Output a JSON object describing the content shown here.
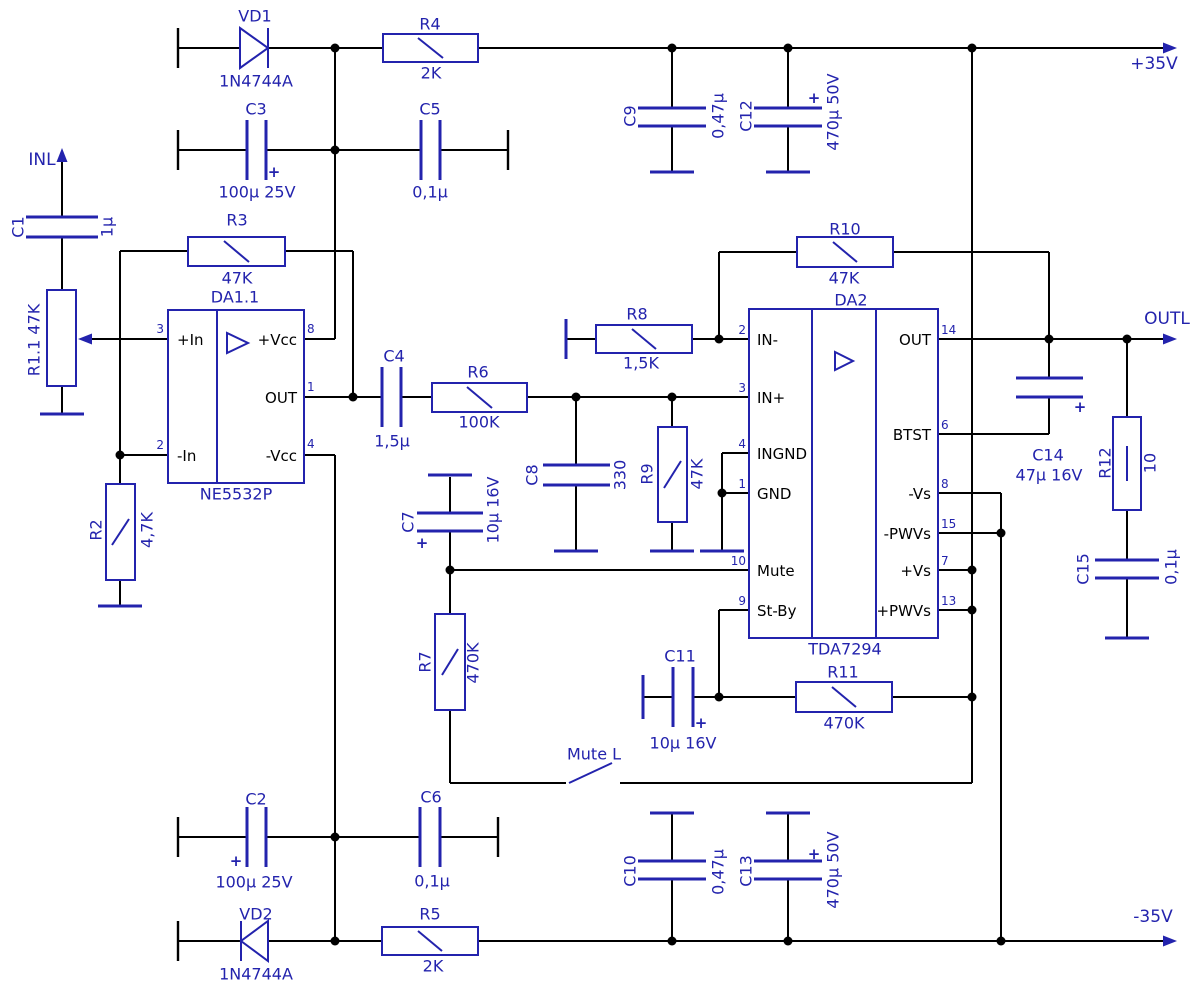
{
  "labels": {
    "vplus": "+35V",
    "vminus": "-35V",
    "inl": "INL",
    "outl": "OUTL",
    "mute_switch": "Mute L",
    "plus": "+"
  },
  "colors": {
    "wire": "#000000",
    "component_blue": "#2323ad",
    "pin_name": "#000000",
    "background": "#ffffff"
  },
  "components": {
    "vd1": {
      "ref": "VD1",
      "value": "1N4744A"
    },
    "vd2": {
      "ref": "VD2",
      "value": "1N4744A"
    },
    "r1": {
      "ref": "R1.1 47K"
    },
    "r2": {
      "ref": "R2",
      "value": "4,7K"
    },
    "r3": {
      "ref": "R3",
      "value": "47K"
    },
    "r4": {
      "ref": "R4",
      "value": "2K"
    },
    "r5": {
      "ref": "R5",
      "value": "2K"
    },
    "r6": {
      "ref": "R6",
      "value": "100K"
    },
    "r7": {
      "ref": "R7",
      "value": "470K"
    },
    "r8": {
      "ref": "R8",
      "value": "1,5K"
    },
    "r9": {
      "ref": "R9",
      "value": "47K"
    },
    "r10": {
      "ref": "R10",
      "value": "47K"
    },
    "r11": {
      "ref": "R11",
      "value": "470K"
    },
    "r12": {
      "ref": "R12",
      "value": "10"
    },
    "c1": {
      "ref": "C1",
      "value": "1µ"
    },
    "c2": {
      "ref": "C2",
      "value": "100µ 25V"
    },
    "c3": {
      "ref": "C3",
      "value": "100µ 25V"
    },
    "c4": {
      "ref": "C4",
      "value": "1,5µ"
    },
    "c5": {
      "ref": "C5",
      "value": "0,1µ"
    },
    "c6": {
      "ref": "C6",
      "value": "0,1µ"
    },
    "c7": {
      "ref": "C7",
      "value": "10µ 16V"
    },
    "c8": {
      "ref": "C8",
      "value": "330"
    },
    "c9": {
      "ref": "C9",
      "value": "0,47µ"
    },
    "c10": {
      "ref": "C10",
      "value": "0,47µ"
    },
    "c11": {
      "ref": "C11",
      "value": "10µ 16V"
    },
    "c12": {
      "ref": "C12",
      "value": "470µ 50V"
    },
    "c13": {
      "ref": "C13",
      "value": "470µ 50V"
    },
    "c14": {
      "ref": "C14",
      "value": "47µ 16V"
    },
    "c15": {
      "ref": "C15",
      "value": "0,1µ"
    }
  },
  "ics": {
    "da1": {
      "ref": "DA1.1",
      "part": "NE5532P",
      "pins": [
        {
          "num": "3",
          "name": "+In"
        },
        {
          "num": "2",
          "name": "-In"
        },
        {
          "num": "8",
          "name": "+Vcc"
        },
        {
          "num": "1",
          "name": "OUT"
        },
        {
          "num": "4",
          "name": "-Vcc"
        }
      ]
    },
    "da2": {
      "ref": "DA2",
      "part": "TDA7294",
      "pins": [
        {
          "num": "2",
          "name": "IN-"
        },
        {
          "num": "3",
          "name": "IN+"
        },
        {
          "num": "4",
          "name": "INGND"
        },
        {
          "num": "1",
          "name": "GND"
        },
        {
          "num": "10",
          "name": "Mute"
        },
        {
          "num": "9",
          "name": "St-By"
        },
        {
          "num": "14",
          "name": "OUT"
        },
        {
          "num": "6",
          "name": "BTST"
        },
        {
          "num": "8",
          "name": "-Vs"
        },
        {
          "num": "15",
          "name": "-PWVs"
        },
        {
          "num": "7",
          "name": "+Vs"
        },
        {
          "num": "13",
          "name": "+PWVs"
        }
      ]
    }
  }
}
